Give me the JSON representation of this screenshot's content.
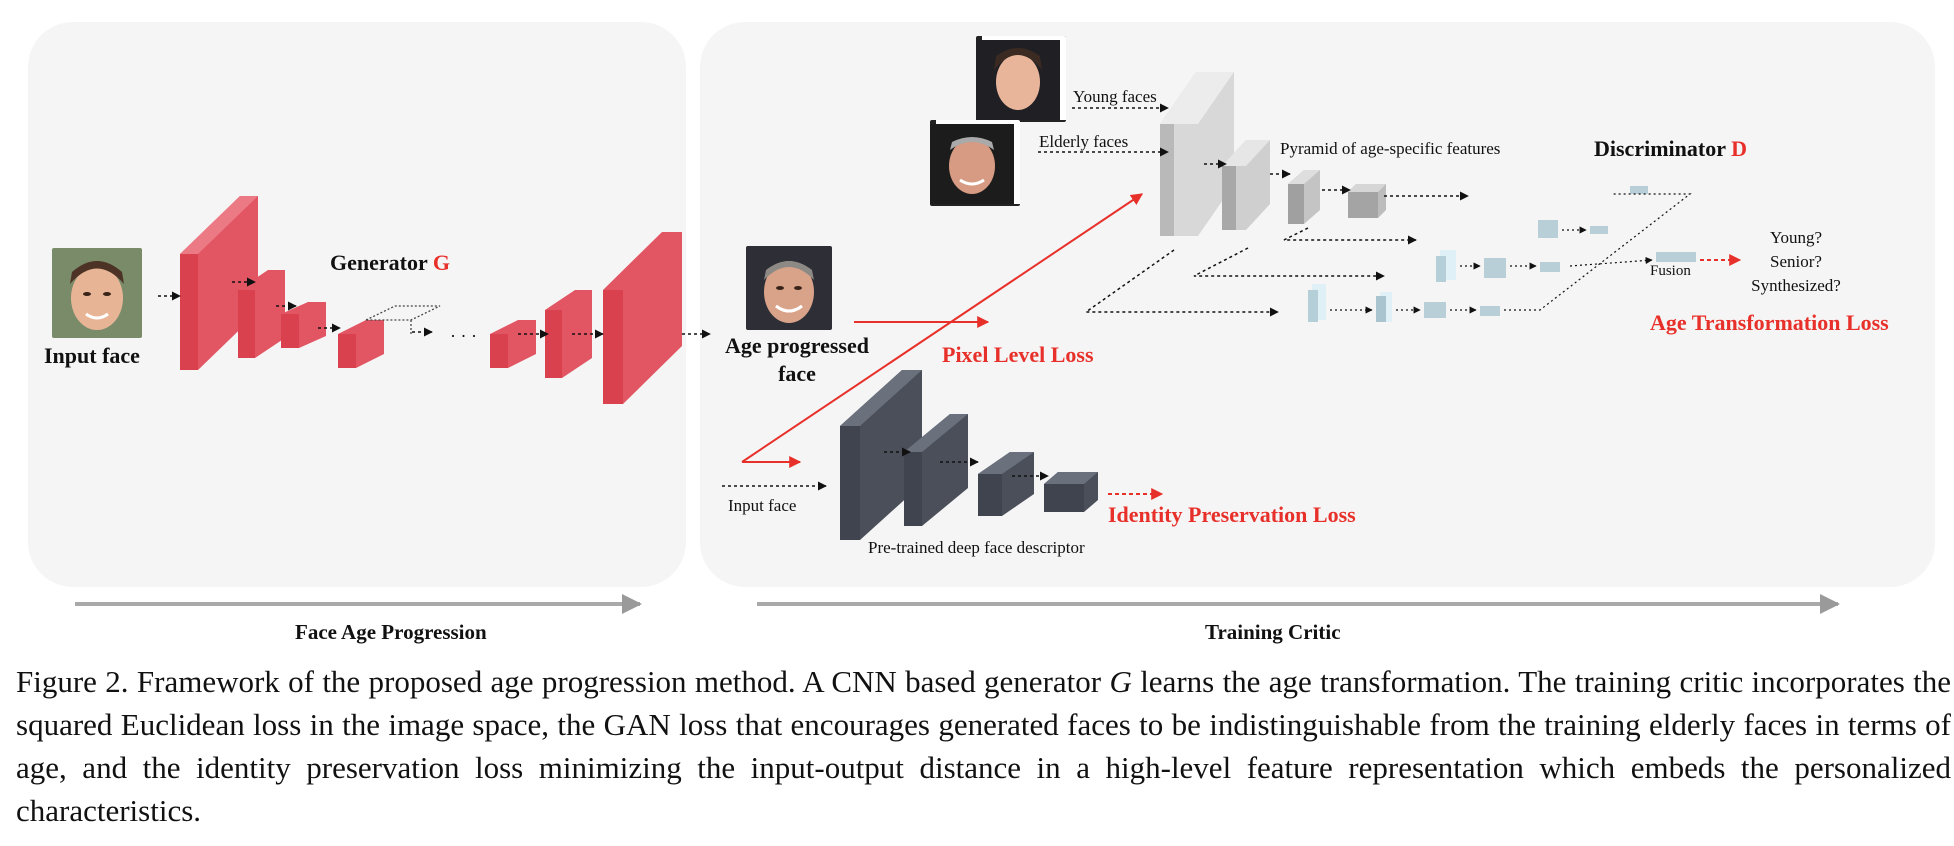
{
  "panels": {
    "left_title": "Face Age Progression",
    "right_title": "Training Critic"
  },
  "generator": {
    "input_label": "Input face",
    "title": "Generator",
    "title_letter": "G",
    "ellipsis": "· · ·",
    "output_label_line1": "Age progressed",
    "output_label_line2": "face"
  },
  "discriminator": {
    "young_faces": "Young faces",
    "elderly_faces": "Elderly faces",
    "pyramid_label": "Pyramid of age-specific features",
    "title": "Discriminator",
    "title_letter": "D",
    "fusion": "Fusion",
    "output_q1": "Young?",
    "output_q2": "Senior?",
    "output_q3": "Synthesized?",
    "age_loss": "Age Transformation Loss"
  },
  "losses": {
    "pixel": "Pixel Level Loss",
    "identity": "Identity Preservation Loss"
  },
  "descriptor": {
    "input_label": "Input face",
    "label": "Pre-trained deep face descriptor"
  },
  "caption": {
    "prefix": "Figure 2. Framework of the proposed age progression method. A CNN based generator ",
    "symbol": "G",
    "text": " learns the age transformation. The training critic incorporates the squared Euclidean loss in the image space, the GAN loss that encourages generated faces to be indistinguishable from the training elderly faces in terms of age, and the identity preservation loss minimizing the input-output distance in a high-level feature representation which embeds the personalized characteristics."
  },
  "colors": {
    "generator_block": "#e25563",
    "descriptor_block": "#4a4f5a",
    "discriminator_block": "#c9c9c9",
    "pyramid_block": "#a9c4cf",
    "loss_red": "#e8302a",
    "panel_bg": "#f5f5f5"
  }
}
